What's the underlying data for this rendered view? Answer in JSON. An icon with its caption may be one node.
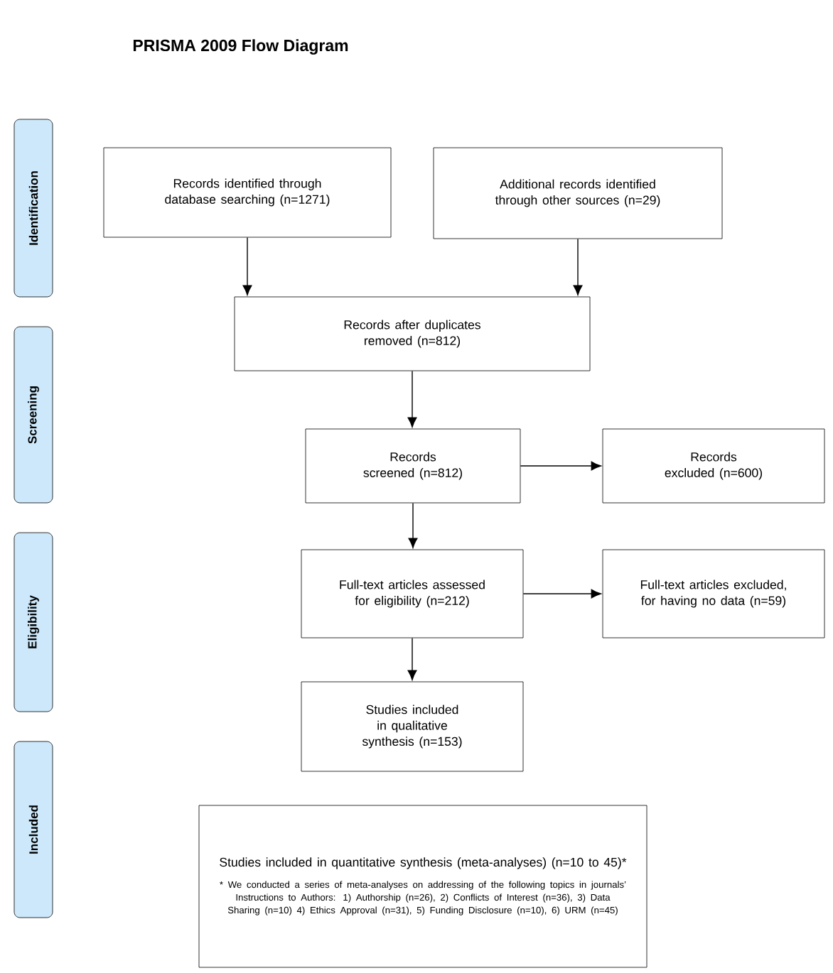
{
  "diagram": {
    "title": "PRISMA 2009 Flow Diagram",
    "nodes": [
      {
        "text": [
          "Identification"
        ]
      },
      {
        "text": [
          "Screening"
        ]
      },
      {
        "text": [
          "Eligibility"
        ]
      },
      {
        "text": [
          "Included"
        ]
      },
      {
        "text": [
          "Records identified through database searching (n=1271)"
        ]
      },
      {
        "text": [
          "Additional records identified through other sources (n=29)"
        ]
      },
      {
        "text": [
          "Records after duplicates removed (n=812)"
        ]
      },
      {
        "text": [
          "Records screened (n=812)"
        ]
      },
      {
        "text": [
          "Records excluded (n=600)"
        ]
      },
      {
        "text": [
          "Full-text articles assessed for eligibility (n=212)"
        ]
      },
      {
        "text": [
          "Full-text articles excluded, for having no data (n=59)"
        ]
      },
      {
        "text": [
          "Studies included in qualitative synthesis (n=153)"
        ]
      },
      {
        "text": [
          "Studies included in quantitative synthesis (meta-analyses) (n=10 to 45)*",
          "* We conducted a series of meta-analyses on addressing of the following topics in journals’ Instructions to Authors: 1) Authorship (n=26), 2) Conflicts of Interest (n=36), 3) Data Sharing (n=10) 4) Ethics Approval (n=31), 5) Funding Disclosure (n=10), 6) URM (n=45)"
        ]
      }
    ],
    "edges": [
      {
        "from": 4,
        "to": 6,
        "arrow": "to"
      },
      {
        "from": 5,
        "to": 6,
        "arrow": "to"
      },
      {
        "from": 6,
        "to": 7,
        "arrow": "to"
      },
      {
        "from": 7,
        "to": 8,
        "arrow": "to"
      },
      {
        "from": 7,
        "to": 9,
        "arrow": "to"
      },
      {
        "from": 9,
        "to": 10,
        "arrow": "to"
      },
      {
        "from": 9,
        "to": 11,
        "arrow": "to"
      }
    ]
  }
}
